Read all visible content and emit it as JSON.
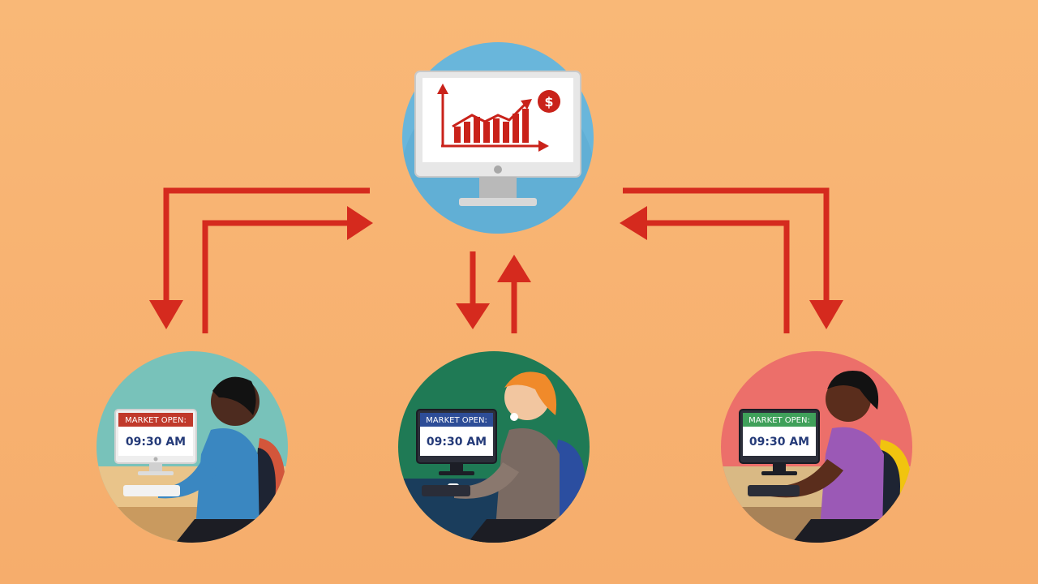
{
  "colors": {
    "background": "#f8b573",
    "arrow": "#d52a1e",
    "server_circle": "#69b6db",
    "left_circle": "#78c2ba",
    "middle_circle": "#1f7a55",
    "right_circle": "#ec6f6a"
  },
  "server": {
    "icon": "trending-chart-monitor-icon",
    "badge": "$"
  },
  "traders": [
    {
      "header": "MARKET OPEN:",
      "time": "09:30 AM",
      "header_color": "#c0392b"
    },
    {
      "header": "MARKET OPEN:",
      "time": "09:30 AM",
      "header_color": "#2d4d97"
    },
    {
      "header": "MARKET OPEN:",
      "time": "09:30 AM",
      "header_color": "#3fa05a"
    }
  ]
}
